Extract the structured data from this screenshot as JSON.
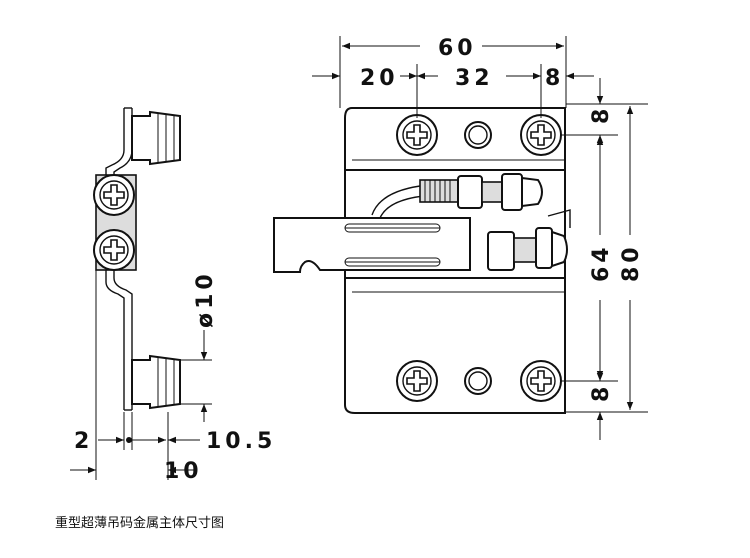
{
  "dimensions": {
    "width_total": "60",
    "offset_left": "20",
    "hole_spacing": "32",
    "offset_right": "8",
    "top_offset": "8",
    "hole_span_vertical": "64",
    "height_total": "80",
    "bottom_offset": "8",
    "pin_diameter": "ø10",
    "side_offset": "2",
    "side_depth": "10.5",
    "side_width": "10"
  },
  "caption": "重型超薄吊码金属主体尺寸图"
}
